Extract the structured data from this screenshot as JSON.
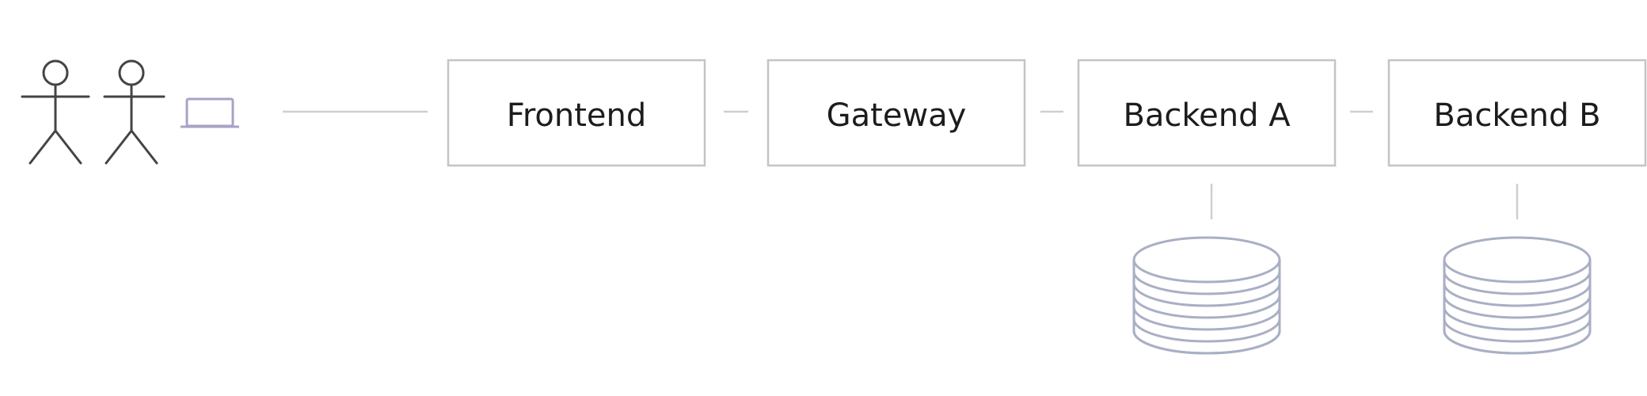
{
  "nodes": [
    {
      "id": "frontend",
      "label": "Frontend"
    },
    {
      "id": "gateway",
      "label": "Gateway"
    },
    {
      "id": "backend-a",
      "label": "Backend A"
    },
    {
      "id": "backend-b",
      "label": "Backend B"
    }
  ],
  "clients": [
    {
      "id": "user-1",
      "kind": "person-icon"
    },
    {
      "id": "user-2",
      "kind": "person-icon"
    },
    {
      "id": "client-laptop",
      "kind": "laptop-icon"
    }
  ],
  "databases": [
    {
      "id": "db-a",
      "attached_to": "backend-a",
      "kind": "database-icon"
    },
    {
      "id": "db-b",
      "attached_to": "backend-b",
      "kind": "database-icon"
    }
  ],
  "edges": [
    {
      "from": "clients",
      "to": "frontend"
    },
    {
      "from": "frontend",
      "to": "gateway"
    },
    {
      "from": "gateway",
      "to": "backend-a"
    },
    {
      "from": "backend-a",
      "to": "backend-b"
    },
    {
      "from": "backend-a",
      "to": "db-a"
    },
    {
      "from": "backend-b",
      "to": "db-b"
    }
  ],
  "colors": {
    "box_stroke": "#c4c4c4",
    "line": "#cfcfcf",
    "text": "#1c1c1c",
    "person": "#444444",
    "laptop": "#a7a3c7",
    "database": "#a9afc4"
  }
}
